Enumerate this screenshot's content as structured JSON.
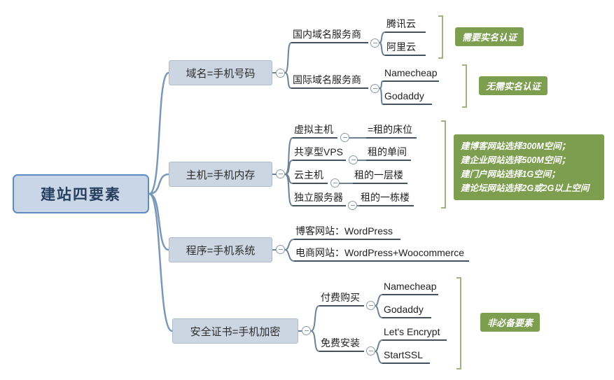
{
  "root": {
    "label": "建站四要素"
  },
  "branch1": {
    "label": "域名=手机号码",
    "domestic": {
      "label": "国内域名服务商",
      "children": [
        "腾讯云",
        "阿里云"
      ],
      "callout": "需要实名认证"
    },
    "international": {
      "label": "国际域名服务商",
      "children": [
        "Namecheap",
        "Godaddy"
      ],
      "callout": "无需实名认证"
    }
  },
  "branch2": {
    "label": "主机=手机内存",
    "rows": [
      {
        "left": "虚拟主机",
        "right": "=租的床位"
      },
      {
        "left": "共享型VPS",
        "right": "租的单间"
      },
      {
        "left": "云主机",
        "right": "租的一层楼"
      },
      {
        "left": "独立服务器",
        "right": "租的一栋楼"
      }
    ],
    "callout": [
      "建博客网站选择300M空间；",
      "建企业网站选择500M空间；",
      "建门户网站选择1G空间；",
      "建论坛网站选择2G或2G以上空间"
    ]
  },
  "branch3": {
    "label": "程序=手机系统",
    "items": [
      "博客网站：WordPress",
      "电商网站：WordPress+Woocommerce"
    ]
  },
  "branch4": {
    "label": "安全证书=手机加密",
    "paid": {
      "label": "付费购买",
      "children": [
        "Namecheap",
        "Godaddy"
      ]
    },
    "free": {
      "label": "免费安装",
      "children": [
        "Let's Encrypt",
        "StartSSL"
      ]
    },
    "callout": "非必备要素"
  },
  "colors": {
    "root_fill": "#c8d6e8",
    "root_border": "#5f8cc0",
    "branch_fill": "#ccd6e2",
    "callout_green": "#7d9e4f",
    "connector_blue": "#7b98b8",
    "underline": "#44525f"
  }
}
